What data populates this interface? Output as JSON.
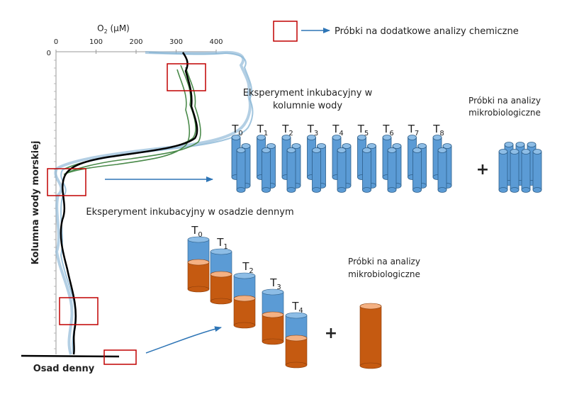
{
  "axis": {
    "x_label_main": "O",
    "x_label_sub": "2",
    "x_label_unit": " (µM)",
    "ticks": [
      "0",
      "100",
      "200",
      "300",
      "400"
    ],
    "y_start_label": "0",
    "y_label": "Kolumna wody morskiej",
    "bottom_label": "Osad denny"
  },
  "legend": {
    "text": "Próbki na dodatkowe analizy chemiczne"
  },
  "water_experiment": {
    "title_line1": "Eksperyment inkubacyjny w",
    "title_line2": "kolumnie wody",
    "timepoints": [
      "0",
      "1",
      "2",
      "3",
      "4",
      "5",
      "6",
      "7",
      "8"
    ],
    "plus": "+",
    "micro_line1": "Próbki na analizy",
    "micro_line2": "mikrobiologiczne"
  },
  "sediment_experiment": {
    "title": "Eksperyment inkubacyjny w osadzie dennym",
    "timepoints": [
      "0",
      "1",
      "2",
      "3",
      "4"
    ],
    "plus": "+",
    "micro_line1": "Próbki na analizy",
    "micro_line2": "mikrobiologiczne"
  },
  "colors": {
    "water_tube": "#5b9bd5",
    "water_tube_stroke": "#2e5f8a",
    "sediment": "#c55a11",
    "sediment_top": "#f4b183",
    "box": "#c00000",
    "arrow": "#2e75b6",
    "profile_main": "#000000",
    "profile_green": "#4a8a4a",
    "profile_blue": "#8ab6d6"
  }
}
